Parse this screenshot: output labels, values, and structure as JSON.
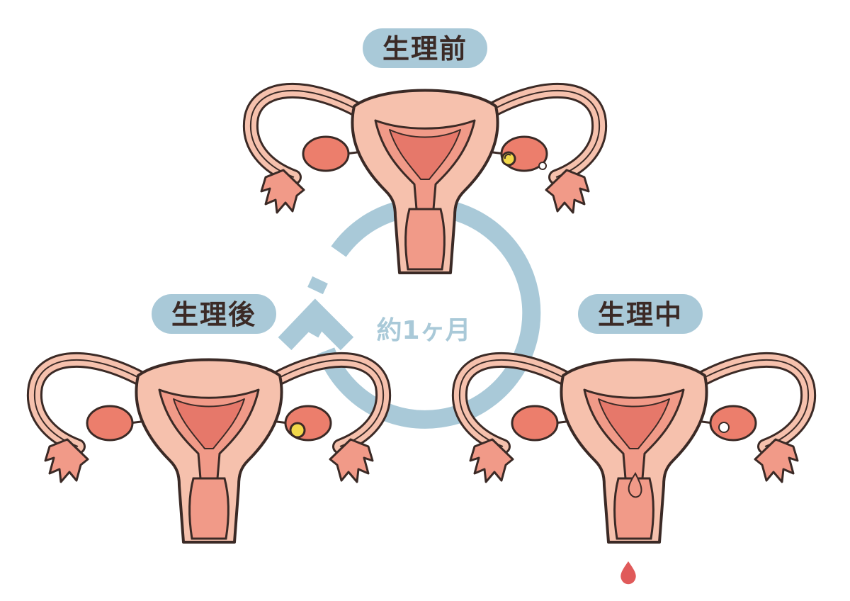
{
  "labels": {
    "before": "生理前",
    "during": "生理中",
    "after": "生理後",
    "cycle": "約1ヶ月"
  },
  "colors": {
    "cycle_ring": "#a9c9d8",
    "label_pill": "#a9c9d8",
    "outline": "#3b2a26",
    "tissue_light": "#f6c1ad",
    "tissue_mid": "#f19a88",
    "tissue_dark": "#e6786a",
    "egg": "#f2d84a",
    "blood": "#e05a5a"
  }
}
